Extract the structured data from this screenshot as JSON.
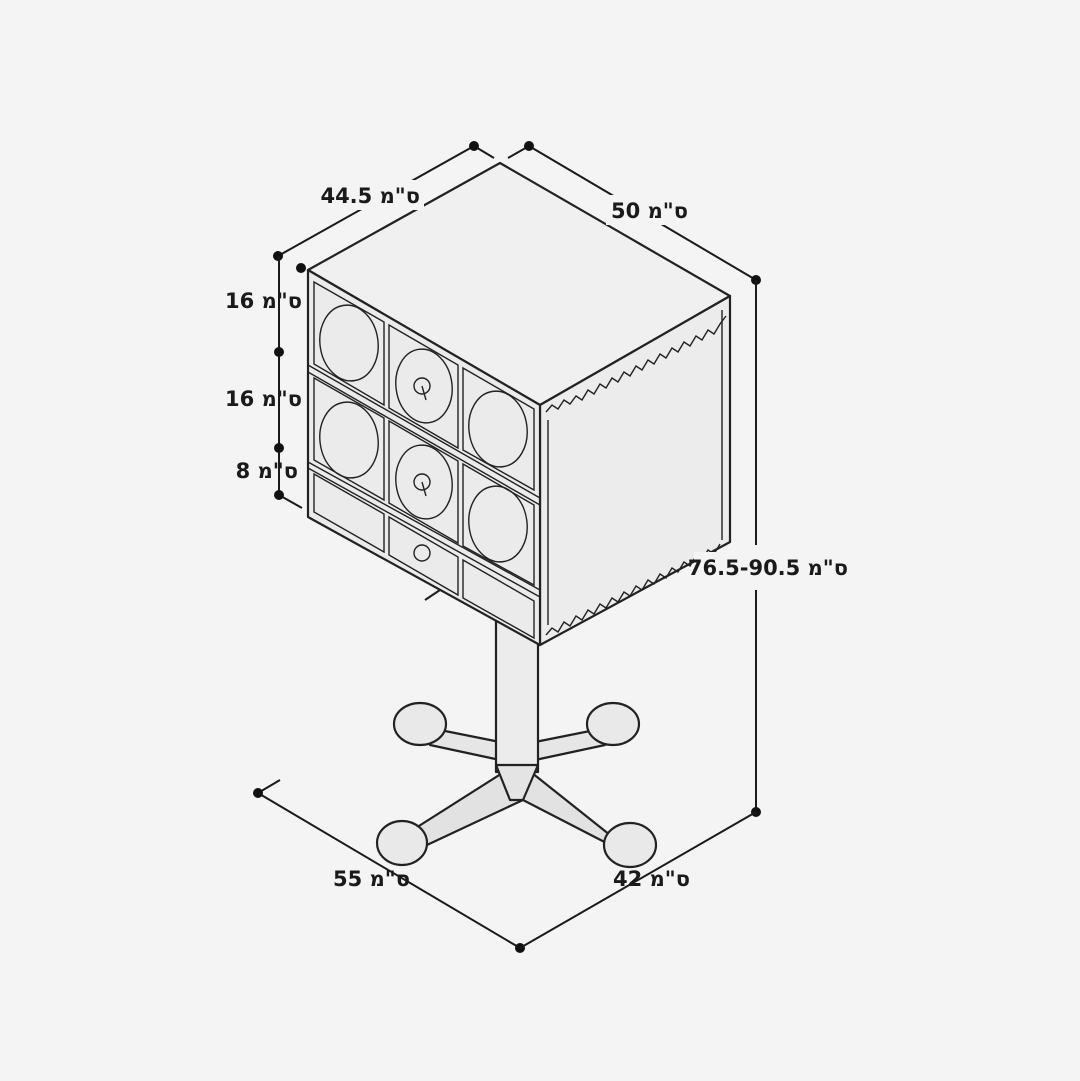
{
  "dimensions": {
    "width": "44.5 ס\"מ",
    "depth": "50 ס\"מ",
    "drawer_top": "16 ס\"מ",
    "drawer_middle": "16 ס\"מ",
    "drawer_bottom": "8 ס\"מ",
    "height": "76.5-90.5 ס\"מ",
    "base_width": "55 ס\"מ",
    "base_depth": "42 ס\"מ"
  },
  "colors": {
    "background": "#f4f4f4",
    "line": "#1a1a1a",
    "surface": "#ededed"
  }
}
